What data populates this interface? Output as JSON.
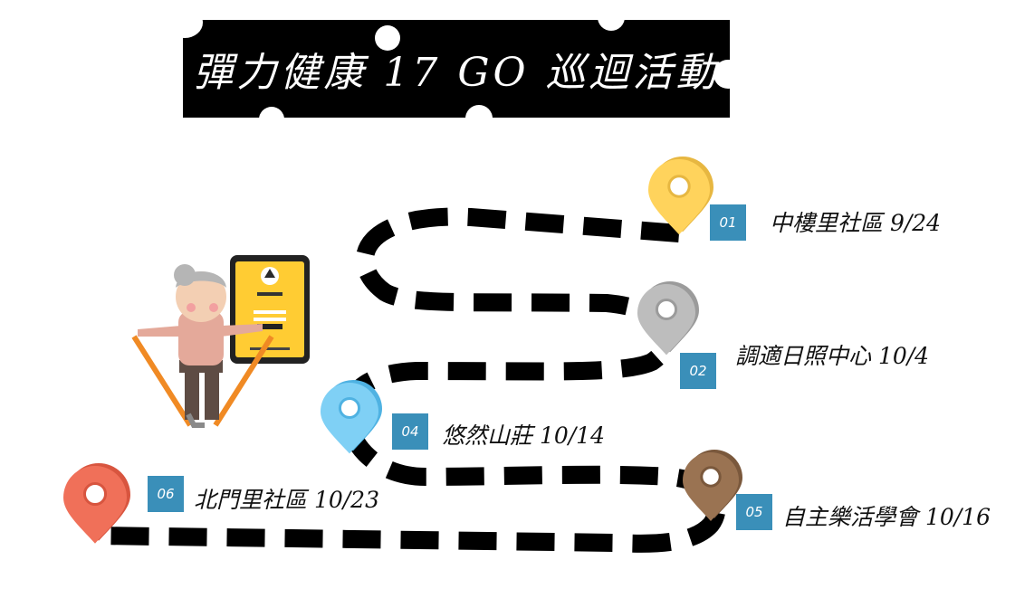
{
  "title": "彈力健康 17 GO 巡迴活動",
  "stops": [
    {
      "num": "01",
      "label": "中樓里社區 9/24",
      "pin_color": "#ffd35c",
      "pin_shade": "#e7b741"
    },
    {
      "num": "02",
      "label": "調適日照中心 10/4",
      "pin_color": "#bdbdbd",
      "pin_shade": "#9b9b9b"
    },
    {
      "num": "04",
      "label": "悠然山莊 10/14",
      "pin_color": "#7fd0f5",
      "pin_shade": "#4fb2e2"
    },
    {
      "num": "05",
      "label": "自主樂活學會 10/16",
      "pin_color": "#9a7352",
      "pin_shade": "#7a583c"
    },
    {
      "num": "06",
      "label": "北門里社區 10/23",
      "pin_color": "#f07059",
      "pin_shade": "#d8553f"
    }
  ],
  "colors": {
    "badge": "#3a8fb9",
    "road": "#000000"
  },
  "icons": {
    "illustration": "grandma-with-tablet-icon",
    "pin": "map-pin-icon"
  }
}
